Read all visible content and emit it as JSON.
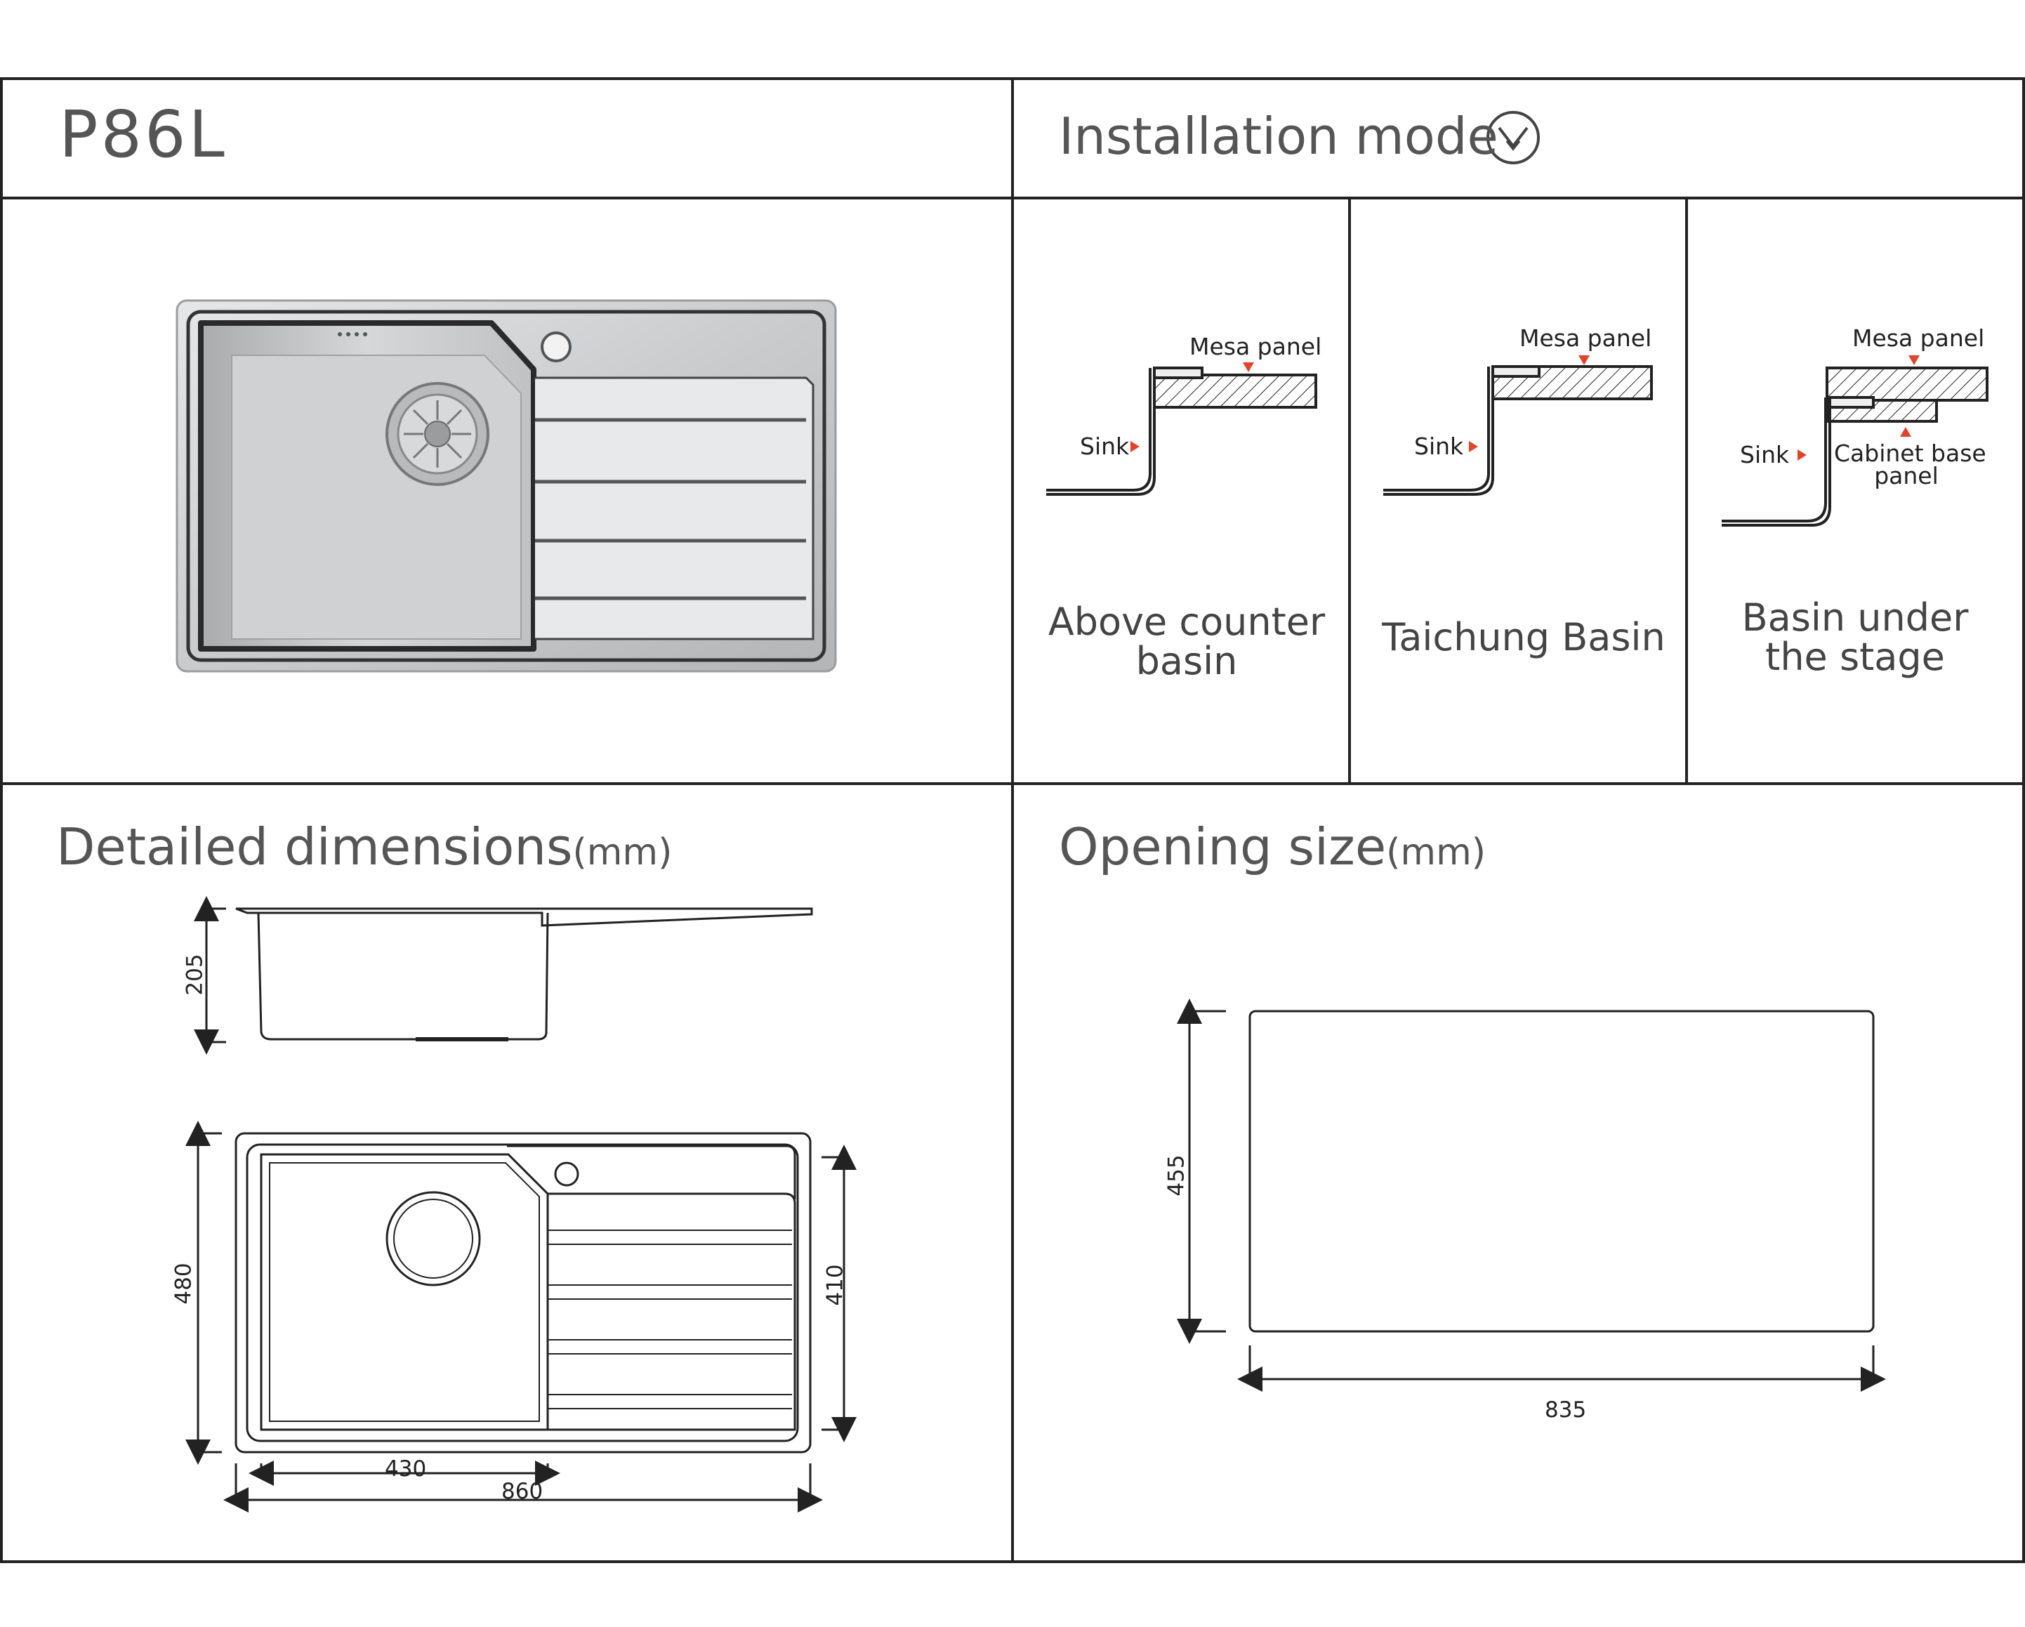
{
  "model": "P86L",
  "installation": {
    "title": "Installation mode",
    "modes": [
      {
        "name": "Above counter basin",
        "line1": "Above counter",
        "line2": "basin",
        "mesa": "Mesa panel",
        "sink": "Sink"
      },
      {
        "name": "Taichung Basin",
        "mesa": "Mesa panel",
        "sink": "Sink"
      },
      {
        "name": "Basin under the stage",
        "line1": "Basin under",
        "line2": "the stage",
        "mesa": "Mesa panel",
        "sink": "Sink",
        "cabinet1": "Cabinet base",
        "cabinet2": "panel"
      }
    ]
  },
  "dimensions": {
    "title": "Detailed dimensions",
    "unit": "(mm)",
    "depth": "205",
    "length": "480",
    "drainboard_width": "410",
    "bowl_width": "430",
    "overall_width": "860"
  },
  "opening": {
    "title": "Opening size",
    "unit": "(mm)",
    "height": "455",
    "width": "835"
  },
  "colors": {
    "line": "#1a1a1a",
    "accent": "#e0452b",
    "steel": "#c8cacb"
  }
}
